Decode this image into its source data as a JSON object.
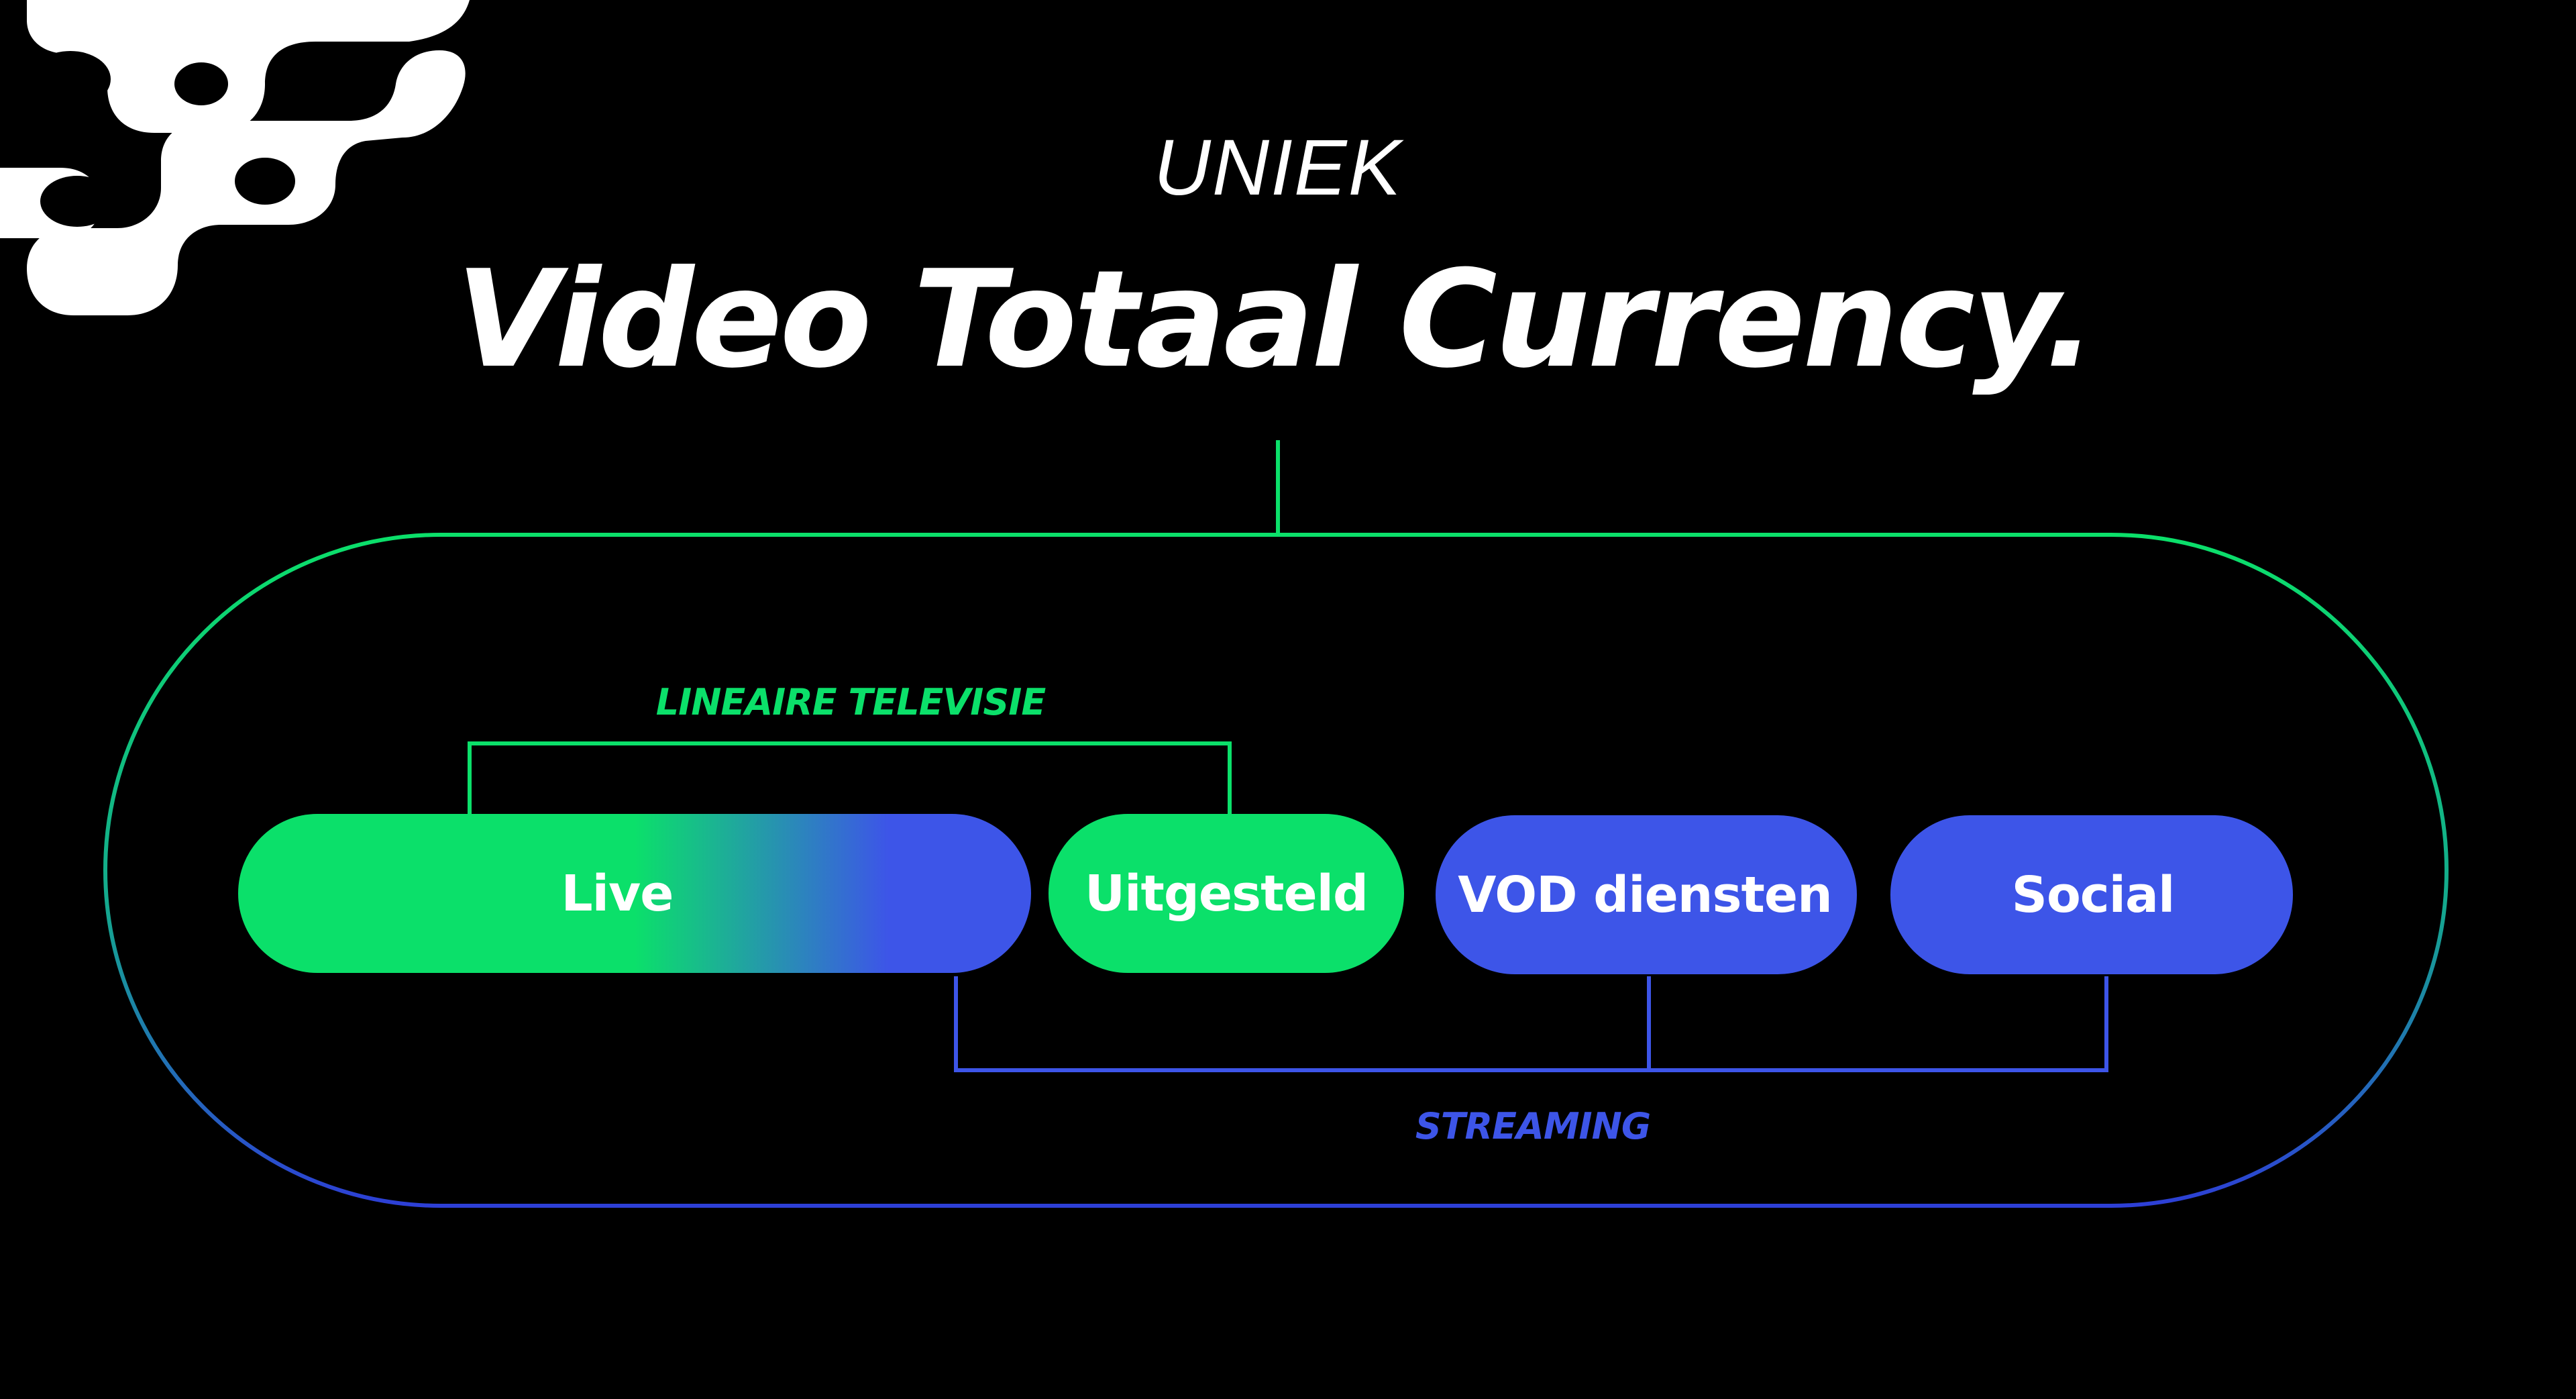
{
  "header": {
    "kicker": "UNIEK",
    "title": "Video Totaal Currency."
  },
  "groups": {
    "linear": "LINEAIRE TELEVISIE",
    "streaming": "STREAMING"
  },
  "pills": [
    {
      "label": "Live"
    },
    {
      "label": "Uitgesteld"
    },
    {
      "label": "VOD diensten"
    },
    {
      "label": "Social"
    }
  ],
  "colors": {
    "background": "#000000",
    "green": "#0be06a",
    "blue": "#3d55e8",
    "text": "#ffffff"
  }
}
